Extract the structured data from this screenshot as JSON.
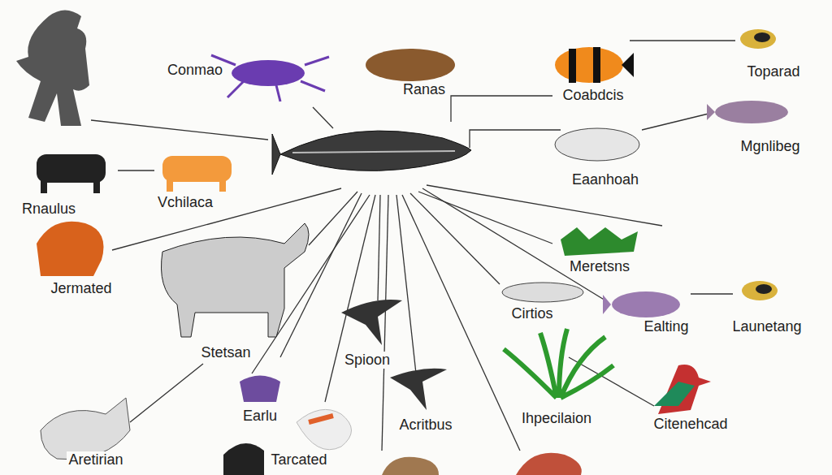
{
  "diagram": {
    "labels": [
      "Conmao",
      "Ranas",
      "Coabdcis",
      "Toparad",
      "Mgnlibeg",
      "Eaanhoah",
      "Rnaulus",
      "Vchilaca",
      "Jermated",
      "Stetsan",
      "Spioon",
      "Meretsns",
      "Cirtios",
      "Ealting",
      "Launetang",
      "Ihpecilaion",
      "Citenehcad",
      "Earlu",
      "Acritbus",
      "Aretirian",
      "Tarcated"
    ]
  }
}
